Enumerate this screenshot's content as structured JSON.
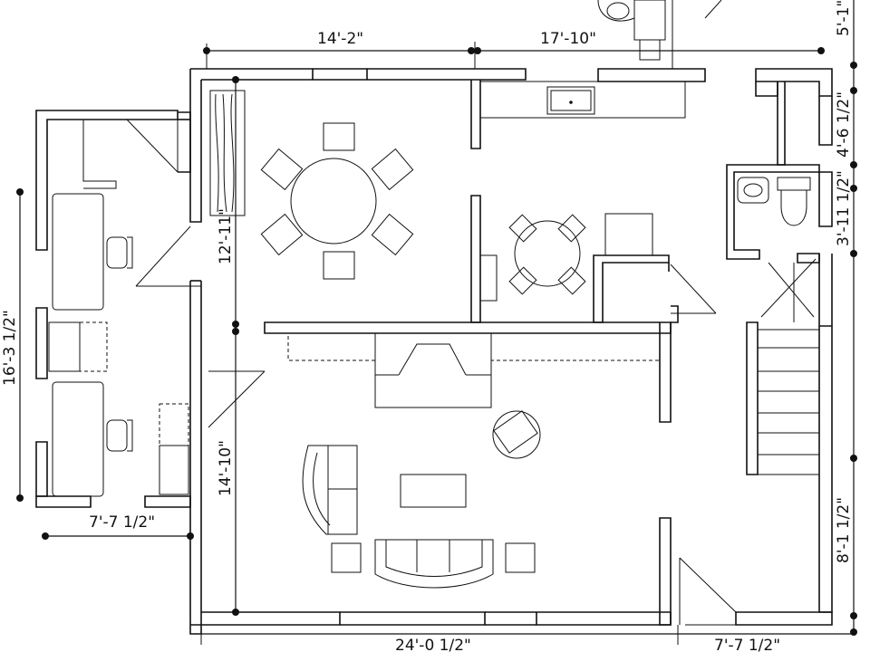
{
  "plan": {
    "dimensions": {
      "top_left": "14'-2\"",
      "top_right": "17'-10\"",
      "right_top": "5'-1\"",
      "right_kitchen": "4'-6 1/2\"",
      "right_bath": "3'-11 1/2\"",
      "right_lower": "8'-1 1/2\"",
      "left_wing": "16'-3 1/2\"",
      "left_wing_bottom": "7'-7 1/2\"",
      "dining_height": "12'-11\"",
      "living_height": "14'-10\"",
      "bottom_main": "24'-0 1/2\"",
      "bottom_right": "7'-7 1/2\""
    }
  }
}
